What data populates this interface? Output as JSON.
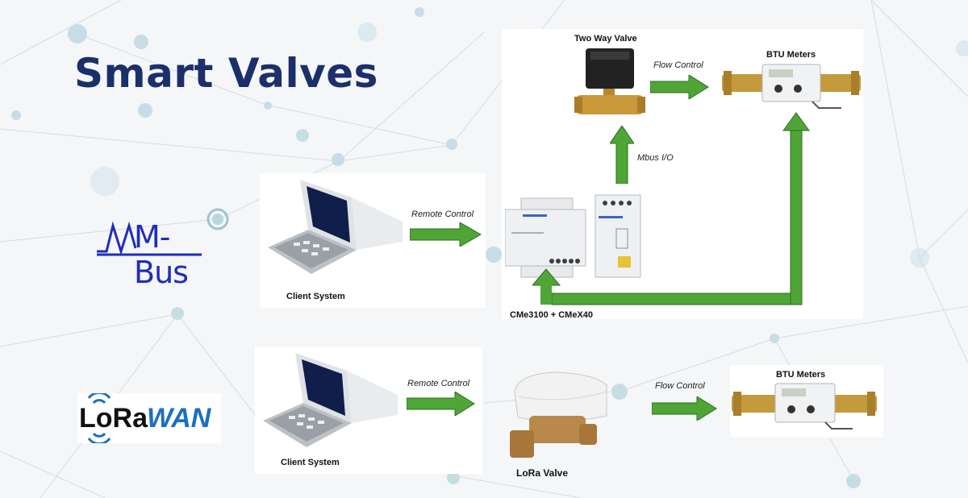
{
  "title": "Smart Valves",
  "protocols": {
    "mbus": "M-Bus",
    "lorawan_lora": "LoRa",
    "lorawan_wan": "WAN"
  },
  "mbus_diagram": {
    "client_label": "Client System",
    "remote_control": "Remote Control",
    "two_way_valve": "Two Way Valve",
    "flow_control": "Flow Control",
    "btu_meters": "BTU Meters",
    "mbus_io": "Mbus I/O",
    "gateway_label": "CMe3100 + CMeX40"
  },
  "lora_diagram": {
    "client_label": "Client System",
    "remote_control": "Remote Control",
    "lora_valve": "LoRa Valve",
    "flow_control": "Flow Control",
    "btu_meters": "BTU Meters"
  },
  "colors": {
    "title": "#1b2f6b",
    "arrow_green": "#4fa636",
    "mbus_blue": "#1f2dbb",
    "lora_blue": "#1b6fc4"
  }
}
